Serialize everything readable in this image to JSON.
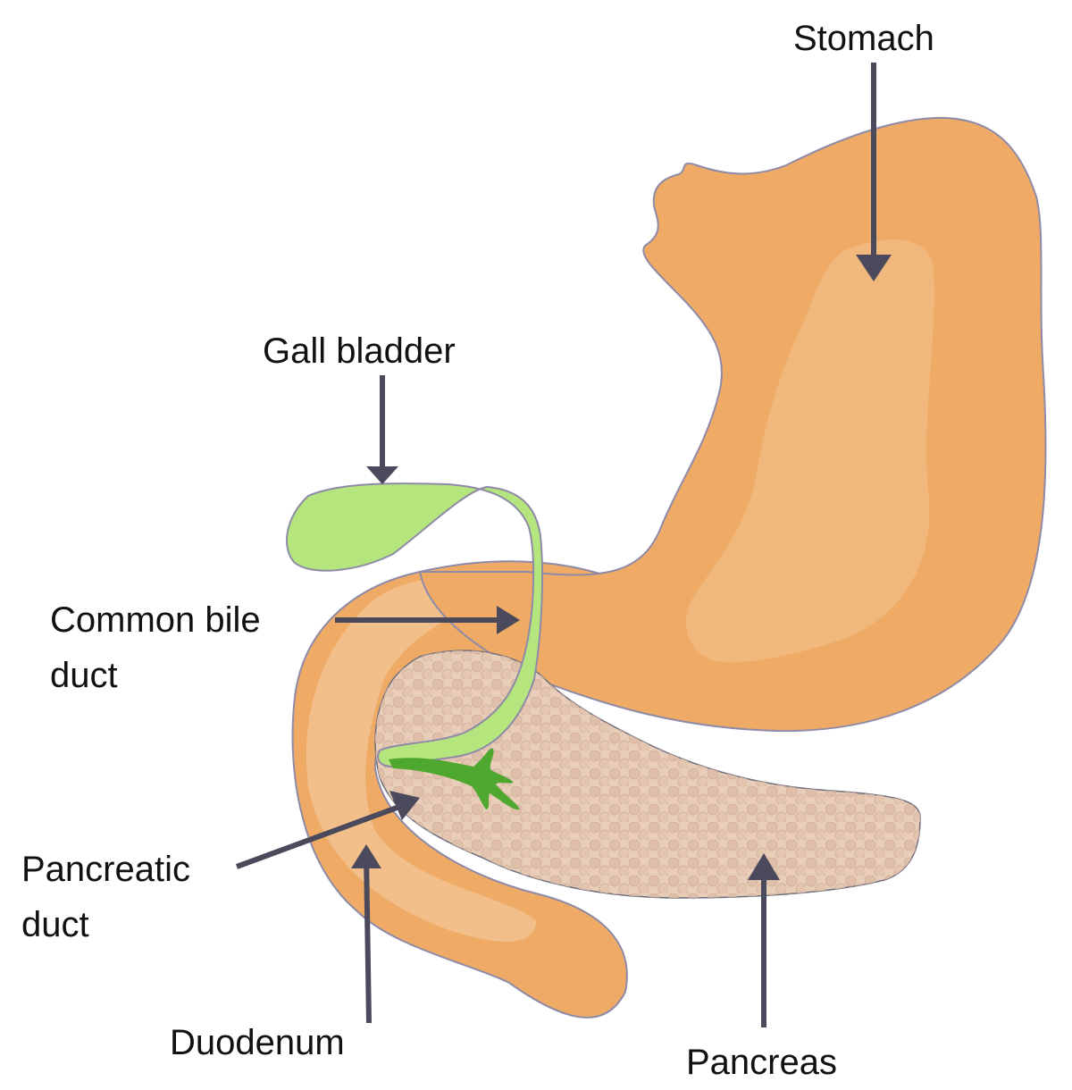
{
  "labels": {
    "stomach": "Stomach",
    "gall_bladder": "Gall bladder",
    "common_bile_duct": [
      "Common bile",
      "duct"
    ],
    "pancreatic_duct": [
      "Pancreatic",
      "duct"
    ],
    "duodenum": "Duodenum",
    "pancreas": "Pancreas"
  },
  "colors": {
    "stomach_fill": "#EFAB66",
    "stomach_highlight": "#F2BC85",
    "organ_outline": "#8E8AA8",
    "duodenum_fill": "#EFAB66",
    "duodenum_highlight": "#F2C18F",
    "gall_bladder_fill": "#B5E67D",
    "pancreatic_duct_fill": "#4EA72E",
    "pancreas_fill": "#E8CDB8",
    "pancreas_cell": "#DDBDA6",
    "arrow": "#4A4A5C"
  }
}
